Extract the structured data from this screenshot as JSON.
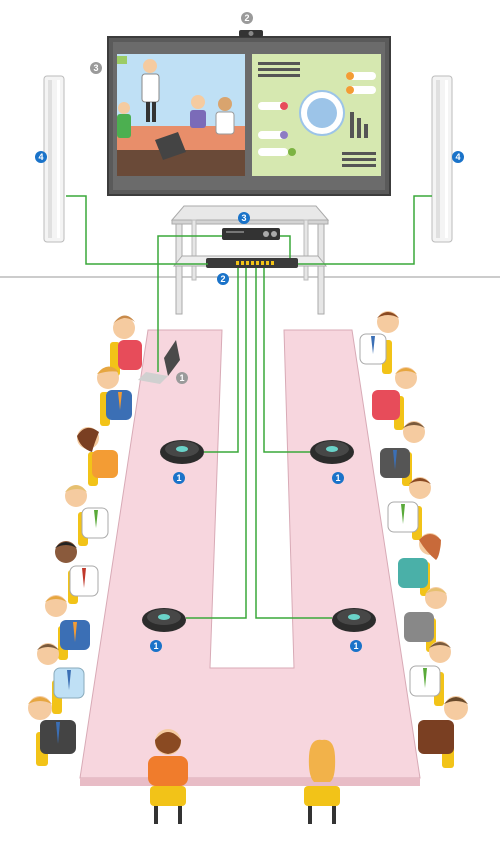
{
  "colors": {
    "badge_blue": "#1a73c9",
    "badge_gray": "#9a9a9a",
    "cable_green": "#3aa83a",
    "table_pink": "#f7d6de",
    "chair_yellow": "#f2c318",
    "screen_frame": "#555555",
    "slide_blue": "#bfe0f5",
    "slide_green": "#d6e8b0"
  },
  "icons": {
    "camera": "camera-icon",
    "speaker": "speakerphone-icon",
    "switch": "network-switch-icon",
    "controller": "audio-controller-icon",
    "laptop": "laptop-icon",
    "column_speaker": "column-speaker-icon",
    "display": "display-screen-icon"
  },
  "badges": {
    "camera": "2",
    "display": "3",
    "speaker_left": "4",
    "speaker_right": "4",
    "controller": "3",
    "switch": "2",
    "laptop": "1",
    "mic_1": "1",
    "mic_2": "1",
    "mic_3": "1",
    "mic_4": "1"
  }
}
